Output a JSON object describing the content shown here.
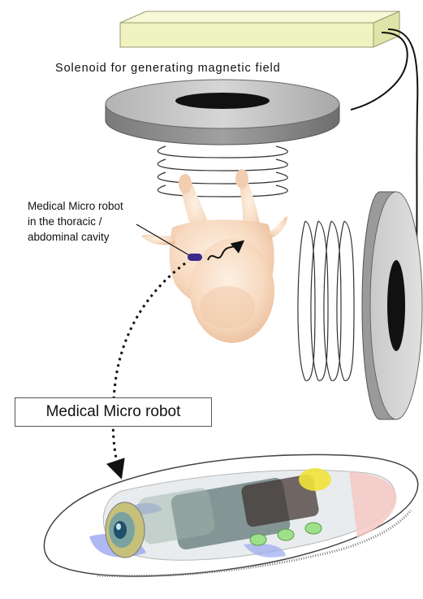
{
  "labels": {
    "solenoid": "Solenoid for generating magnetic field",
    "robot_location_lines": [
      "Medical Micro robot",
      "in the thoracic /",
      "abdominal cavity"
    ],
    "robot_title": "Medical Micro robot"
  },
  "colors": {
    "solenoid_top_face": "#c4c4c4",
    "solenoid_side": "#8f8f8f",
    "solenoid_core": "#111111",
    "power_bar": "#eef3c0",
    "skin": "#f7d9bf",
    "robot_dot": "#3a2a8a",
    "capsule_outline": "#444444"
  },
  "icons": [
    "power-supply-box",
    "horizontal-solenoid-disc",
    "vertical-solenoid-disc",
    "patient-figure",
    "micro-robot-capsule"
  ]
}
